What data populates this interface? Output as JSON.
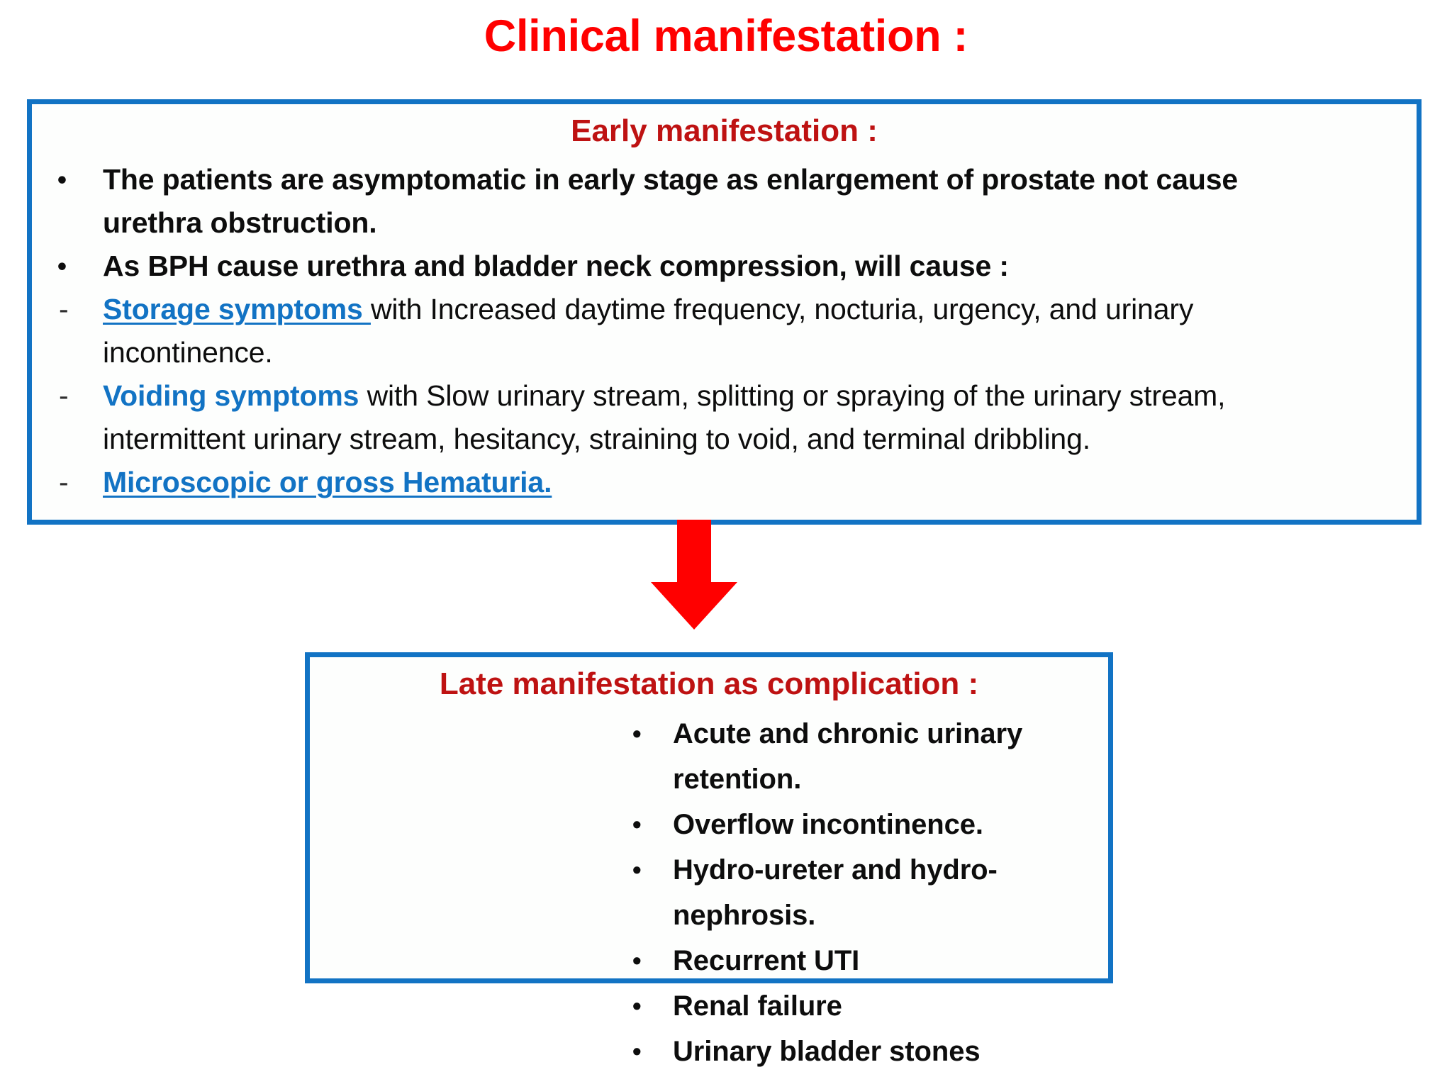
{
  "slide": {
    "title": "Clinical manifestation :",
    "title_color": "#FF0000",
    "box_border_color": "#1273C4",
    "heading_color": "#BE1212",
    "link_color": "#1273C4",
    "arrow_color": "#FF0000"
  },
  "early": {
    "heading": "Early manifestation :",
    "items": [
      {
        "marker": "•",
        "marker_type": "dot",
        "lines": [
          "The patients are asymptomatic in early stage as enlargement of prostate not cause",
          "urethra obstruction."
        ],
        "style": "bold"
      },
      {
        "marker": "•",
        "marker_type": "dot",
        "lines": [
          "As BPH cause urethra and bladder neck compression, will cause :"
        ],
        "style": "bold"
      },
      {
        "marker": "-",
        "marker_type": "dash",
        "link": "Storage symptoms ",
        "link_style": "underline",
        "rest": "with Increased daytime frequency, nocturia, urgency, and urinary",
        "lines": [
          "incontinence."
        ],
        "style": "regular"
      },
      {
        "marker": "-",
        "marker_type": "dash",
        "link": "Voiding symptoms",
        "link_style": "plain",
        "rest": " with Slow urinary stream, splitting or spraying of the urinary stream,",
        "lines": [
          "intermittent urinary stream, hesitancy, straining to void, and terminal dribbling."
        ],
        "style": "regular"
      },
      {
        "marker": "-",
        "marker_type": "dash",
        "link": "Microscopic or gross Hematuria.",
        "link_style": "underline",
        "rest": "",
        "lines": [],
        "style": "regular"
      }
    ]
  },
  "arrow": {
    "name": "down-arrow",
    "direction": "down",
    "color": "#FF0000"
  },
  "late": {
    "heading": "Late manifestation as complication :",
    "marker": "•",
    "items": [
      "Acute and chronic urinary retention.",
      "Overflow incontinence.",
      "Hydro-ureter and hydro-nephrosis.",
      "Recurrent UTI",
      "Renal failure",
      "Urinary bladder stones"
    ]
  }
}
